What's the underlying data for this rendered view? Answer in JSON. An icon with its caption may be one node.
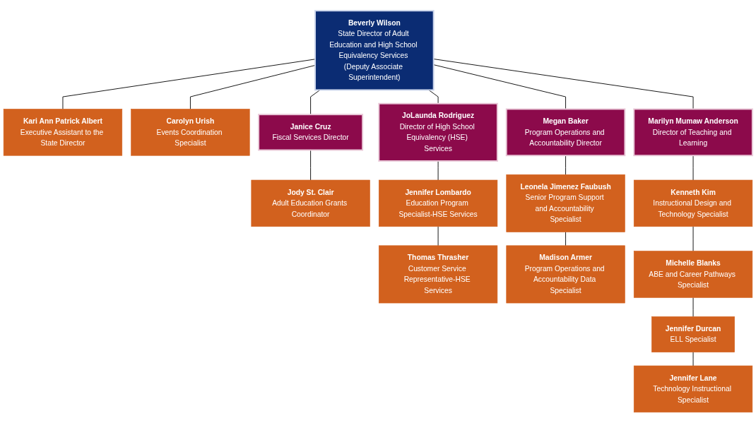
{
  "diagram": {
    "nodes": [
      {
        "text": [
          "Beverly Wilson",
          "State Director of Adult Education and High School Equivalency Services (Deputy Associate Superintendent)"
        ]
      },
      {
        "text": [
          "Kari Ann Patrick Albert",
          "Executive Assistant to the State Director"
        ]
      },
      {
        "text": [
          "Carolyn Urish",
          "Events Coordination Specialist"
        ]
      },
      {
        "text": [
          "Janice Cruz",
          "Fiscal Services Director"
        ]
      },
      {
        "text": [
          "JoLaunda Rodriguez",
          "Director of High School Equivalency (HSE) Services"
        ]
      },
      {
        "text": [
          "Megan Baker",
          "Program Operations and Accountability Director"
        ]
      },
      {
        "text": [
          "Marilyn Mumaw Anderson",
          "Director of Teaching and Learning"
        ]
      },
      {
        "text": [
          "Jody St. Clair",
          "Adult Education Grants Coordinator"
        ]
      },
      {
        "text": [
          "Jennifer Lombardo",
          "Education Program Specialist-HSE Services"
        ]
      },
      {
        "text": [
          "Thomas Thrasher",
          "Customer Service Representative-HSE Services"
        ]
      },
      {
        "text": [
          "Leonela Jimenez Faubush",
          "Senior Program Support and Accountability Specialist"
        ]
      },
      {
        "text": [
          "Madison Armer",
          "Program Operations and Accountability Data Specialist"
        ]
      },
      {
        "text": [
          "Kenneth Kim",
          "Instructional Design and Technology Specialist"
        ]
      },
      {
        "text": [
          "Michelle Blanks",
          "ABE and Career Pathways Specialist"
        ]
      },
      {
        "text": [
          "Jennifer Durcan",
          "ELL Specialist"
        ]
      },
      {
        "text": [
          "Jennifer Lane",
          "Technology Instructional Specialist"
        ]
      }
    ],
    "edges": [
      {
        "from": 0,
        "to": 1,
        "arrow": "none"
      },
      {
        "from": 0,
        "to": 2,
        "arrow": "none"
      },
      {
        "from": 0,
        "to": 3,
        "arrow": "none"
      },
      {
        "from": 0,
        "to": 4,
        "arrow": "none"
      },
      {
        "from": 0,
        "to": 5,
        "arrow": "none"
      },
      {
        "from": 0,
        "to": 6,
        "arrow": "none"
      },
      {
        "from": 3,
        "to": 7,
        "arrow": "none"
      },
      {
        "from": 4,
        "to": 8,
        "arrow": "none"
      },
      {
        "from": 8,
        "to": 9,
        "arrow": "none"
      },
      {
        "from": 5,
        "to": 10,
        "arrow": "none"
      },
      {
        "from": 10,
        "to": 11,
        "arrow": "none"
      },
      {
        "from": 6,
        "to": 12,
        "arrow": "none"
      },
      {
        "from": 12,
        "to": 13,
        "arrow": "none"
      },
      {
        "from": 13,
        "to": 14,
        "arrow": "none"
      },
      {
        "from": 14,
        "to": 15,
        "arrow": "none"
      }
    ]
  }
}
